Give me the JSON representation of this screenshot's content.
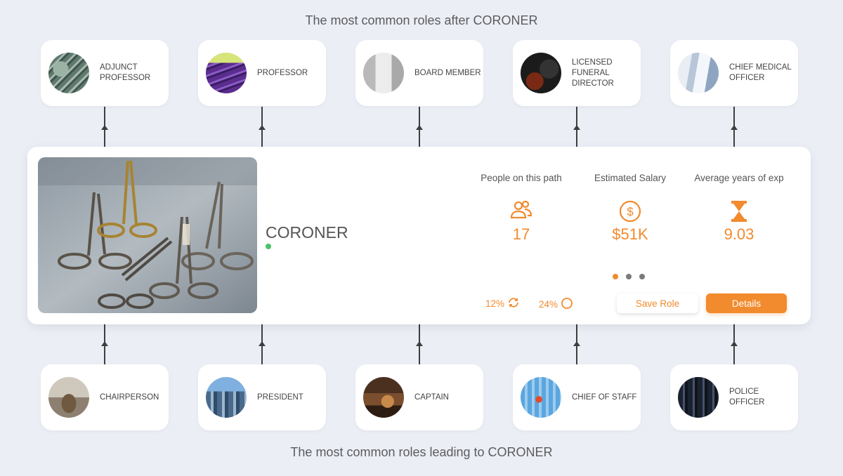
{
  "headings": {
    "after": "The most common roles after CORONER",
    "leading": "The most common roles leading to CORONER"
  },
  "roles_after": [
    {
      "label": "ADJUNCT PROFESSOR",
      "image": "lecture-hall-photo"
    },
    {
      "label": "PROFESSOR",
      "image": "auditorium-seats-photo"
    },
    {
      "label": "BOARD MEMBER",
      "image": "boardroom-photo"
    },
    {
      "label": "LICENSED FUNERAL DIRECTOR",
      "image": "casket-photo"
    },
    {
      "label": "CHIEF MEDICAL OFFICER",
      "image": "doctors-photo"
    }
  ],
  "roles_leading": [
    {
      "label": "CHAIRPERSON",
      "image": "meeting-room-photo"
    },
    {
      "label": "PRESIDENT",
      "image": "city-skyline-photo"
    },
    {
      "label": "CAPTAIN",
      "image": "restaurant-photo"
    },
    {
      "label": "CHIEF OF STAFF",
      "image": "people-figures-photo"
    },
    {
      "label": "POLICE OFFICER",
      "image": "police-officers-photo"
    }
  ],
  "current_role": {
    "title": "CORONER",
    "image": "surgical-forceps-photo",
    "status_color": "#4cc26a"
  },
  "stats": {
    "people": {
      "label": "People on this path",
      "value": "17",
      "icon": "people-icon"
    },
    "salary": {
      "label": "Estimated Salary",
      "value": "$51K",
      "icon": "dollar-icon"
    },
    "experience": {
      "label": "Average years of exp",
      "value": "9.03",
      "icon": "hourglass-icon"
    }
  },
  "pager": {
    "count": 3,
    "active_index": 0
  },
  "percentages": {
    "first": {
      "value": "12%",
      "icon": "refresh-icon"
    },
    "second": {
      "value": "24%",
      "icon": "circle-icon"
    }
  },
  "buttons": {
    "save_role": "Save Role",
    "details": "Details"
  },
  "colors": {
    "accent": "#f28a2e",
    "background": "#eceef6",
    "card": "#ffffff"
  }
}
